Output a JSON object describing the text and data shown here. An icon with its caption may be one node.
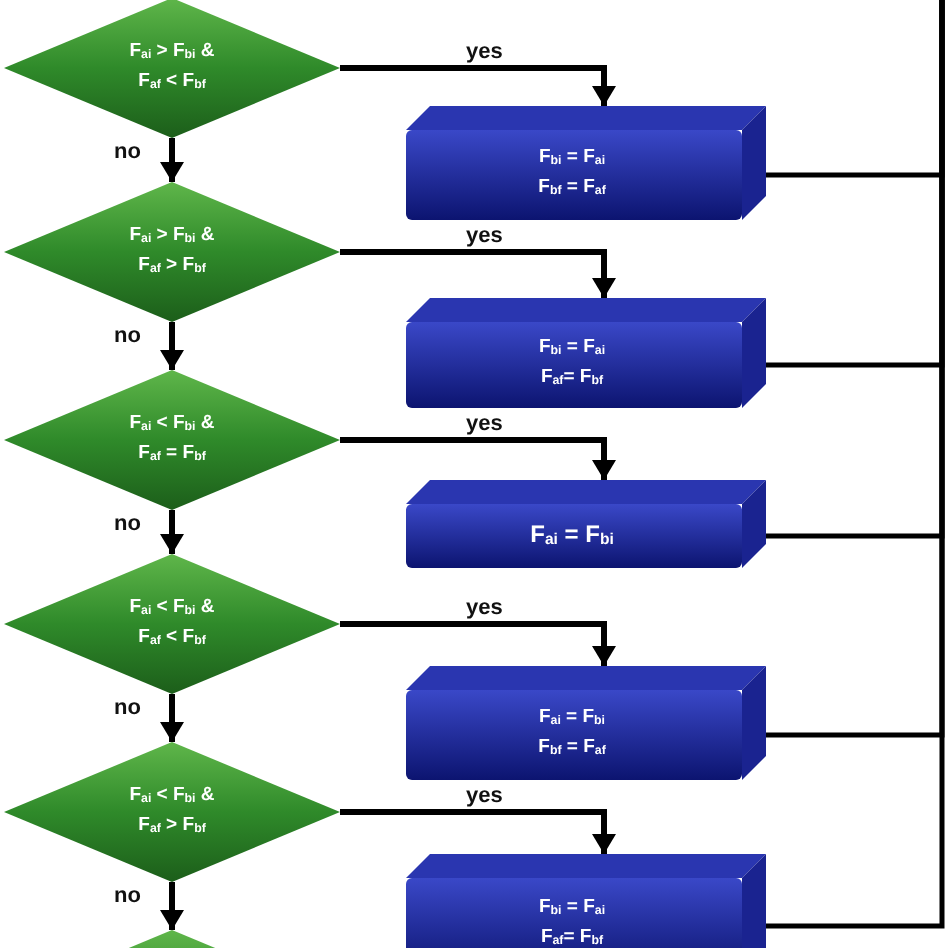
{
  "diagram": {
    "nodes": [
      {
        "text": [
          "F$_{ai}$ > F$_{bi}$ &",
          "F$_{af}$ < F$_{bf}$"
        ]
      },
      {
        "text": [
          "F$_{bi}$ = F$_{ai}$",
          "F$_{bf}$ = F$_{af}$"
        ]
      },
      {
        "text": [
          "F$_{ai}$ > F$_{bi}$ &",
          "F$_{af}$ > F$_{bf}$"
        ]
      },
      {
        "text": [
          "F$_{bi}$ = F$_{ai}$",
          "F$_{af}$= F$_{bf}$"
        ]
      },
      {
        "text": [
          "F$_{ai}$ < F$_{bi}$ &",
          "F$_{af}$ = F$_{bf}$"
        ]
      },
      {
        "text": [
          "F$_{ai}$ = F$_{bi}$"
        ]
      },
      {
        "text": [
          "F$_{ai}$ < F$_{bi}$ &",
          "F$_{af}$ < F$_{bf}$"
        ]
      },
      {
        "text": [
          "F$_{ai}$ = F$_{bi}$",
          "F$_{bf}$ = F$_{af}$"
        ]
      },
      {
        "text": [
          "F$_{ai}$ < F$_{bi}$ &",
          "F$_{af}$ > F$_{bf}$"
        ]
      },
      {
        "text": [
          "F$_{bi}$ = F$_{ai}$",
          "F$_{af}$= F$_{bf}$"
        ]
      },
      {
        "text": [],
        "shape": "diamond"
      }
    ],
    "edges": [
      {
        "from": 0,
        "to": 1,
        "arrow": "to",
        "label": "yes"
      },
      {
        "from": 0,
        "to": 2,
        "arrow": "to",
        "label": "no"
      },
      {
        "from": 2,
        "to": 3,
        "arrow": "to",
        "label": "yes"
      },
      {
        "from": 2,
        "to": 4,
        "arrow": "to",
        "label": "no"
      },
      {
        "from": 4,
        "to": 5,
        "arrow": "to",
        "label": "yes"
      },
      {
        "from": 4,
        "to": 6,
        "arrow": "to",
        "label": "no"
      },
      {
        "from": 6,
        "to": 7,
        "arrow": "to",
        "label": "yes"
      },
      {
        "from": 6,
        "to": 8,
        "arrow": "to",
        "label": "no"
      },
      {
        "from": 8,
        "to": 9,
        "arrow": "to",
        "label": "yes"
      },
      {
        "from": 8,
        "to": 10,
        "arrow": "to",
        "label": "no"
      },
      {
        "from": 1,
        "to": null,
        "arrow": "none"
      },
      {
        "from": 3,
        "to": null,
        "arrow": "none"
      },
      {
        "from": 5,
        "to": null,
        "arrow": "none"
      },
      {
        "from": 7,
        "to": null,
        "arrow": "none"
      },
      {
        "from": 9,
        "to": null,
        "arrow": "none"
      }
    ]
  }
}
